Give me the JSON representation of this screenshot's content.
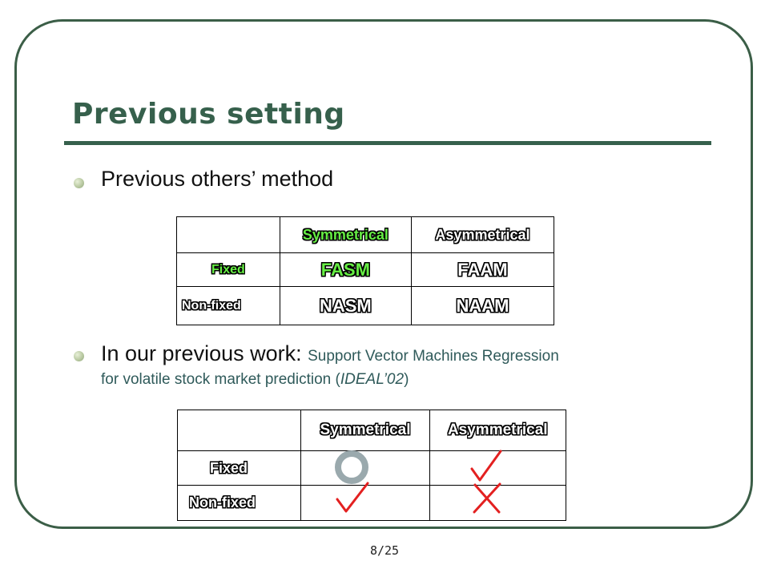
{
  "slide": {
    "title": "Previous setting",
    "bullets": [
      {
        "text": "Previous others’ method"
      },
      {
        "lead": "In our previous work: ",
        "line1": "Support Vector Machines Regression",
        "line2_pre": "for volatile stock market prediction (",
        "line2_italic": "IDEAL’02",
        "line2_post": ")"
      }
    ],
    "table1": {
      "headers": [
        "Symmetrical",
        "Asymmetrical"
      ],
      "rows": [
        {
          "label": "Fixed",
          "values": [
            "FASM",
            "FAAM"
          ]
        },
        {
          "label": "Non-fixed",
          "values": [
            "NASM",
            "NAAM"
          ]
        }
      ]
    },
    "table2": {
      "headers": [
        "Symmetrical",
        "Asymmetrical"
      ],
      "rows": [
        {
          "label": "Fixed",
          "marks": [
            "circle-icon",
            "check-icon"
          ]
        },
        {
          "label": "Non-fixed",
          "marks": [
            "check-icon",
            "cross-icon"
          ]
        }
      ]
    },
    "colors": {
      "title": "#36604c",
      "frame": "#3b5e47",
      "highlight_green": "#66ee44",
      "check_red": "#e32020",
      "circle_gray": "#9aa9ad"
    },
    "page_number": "8/25"
  }
}
